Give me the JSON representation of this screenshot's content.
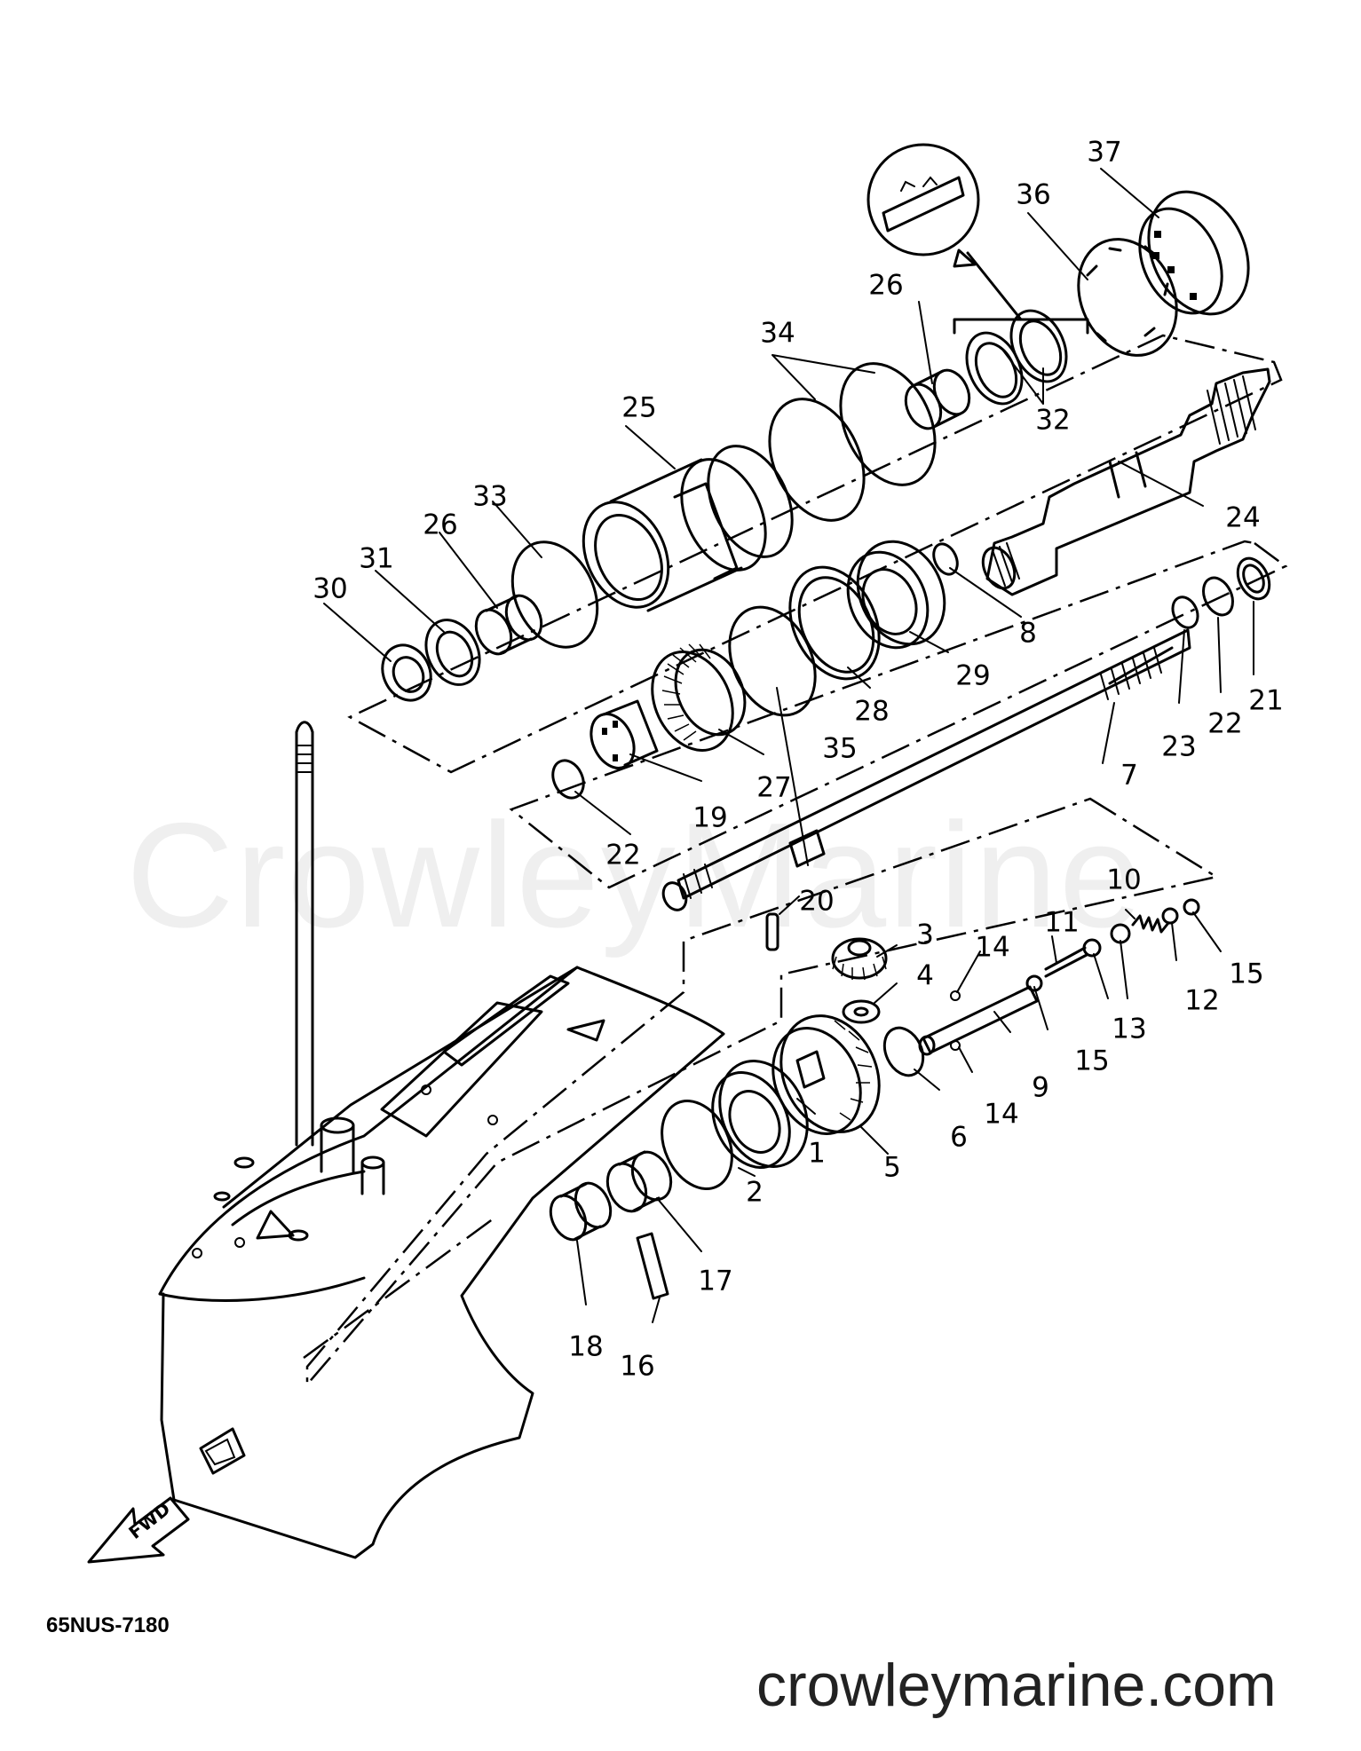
{
  "watermark_text": "CrowleyMarine",
  "diagram_code": "65NUS-7180",
  "site_url": "crowleymarine.com",
  "fwd_label": "FWD",
  "callouts": [
    {
      "id": "1",
      "label": "1"
    },
    {
      "id": "2",
      "label": "2"
    },
    {
      "id": "3",
      "label": "3"
    },
    {
      "id": "4",
      "label": "4"
    },
    {
      "id": "5",
      "label": "5"
    },
    {
      "id": "6",
      "label": "6"
    },
    {
      "id": "7",
      "label": "7"
    },
    {
      "id": "8",
      "label": "8"
    },
    {
      "id": "9",
      "label": "9"
    },
    {
      "id": "10",
      "label": "10"
    },
    {
      "id": "11",
      "label": "11"
    },
    {
      "id": "12",
      "label": "12"
    },
    {
      "id": "13",
      "label": "13"
    },
    {
      "id": "14a",
      "label": "14"
    },
    {
      "id": "14b",
      "label": "14"
    },
    {
      "id": "15a",
      "label": "15"
    },
    {
      "id": "15b",
      "label": "15"
    },
    {
      "id": "16",
      "label": "16"
    },
    {
      "id": "17",
      "label": "17"
    },
    {
      "id": "18",
      "label": "18"
    },
    {
      "id": "19",
      "label": "19"
    },
    {
      "id": "20",
      "label": "20"
    },
    {
      "id": "21",
      "label": "21"
    },
    {
      "id": "22a",
      "label": "22"
    },
    {
      "id": "22b",
      "label": "22"
    },
    {
      "id": "23",
      "label": "23"
    },
    {
      "id": "24",
      "label": "24"
    },
    {
      "id": "25",
      "label": "25"
    },
    {
      "id": "26a",
      "label": "26"
    },
    {
      "id": "26b",
      "label": "26"
    },
    {
      "id": "27",
      "label": "27"
    },
    {
      "id": "28",
      "label": "28"
    },
    {
      "id": "29",
      "label": "29"
    },
    {
      "id": "30",
      "label": "30"
    },
    {
      "id": "31",
      "label": "31"
    },
    {
      "id": "32",
      "label": "32"
    },
    {
      "id": "33",
      "label": "33"
    },
    {
      "id": "34",
      "label": "34"
    },
    {
      "id": "35",
      "label": "35"
    },
    {
      "id": "36",
      "label": "36"
    },
    {
      "id": "37",
      "label": "37"
    }
  ]
}
